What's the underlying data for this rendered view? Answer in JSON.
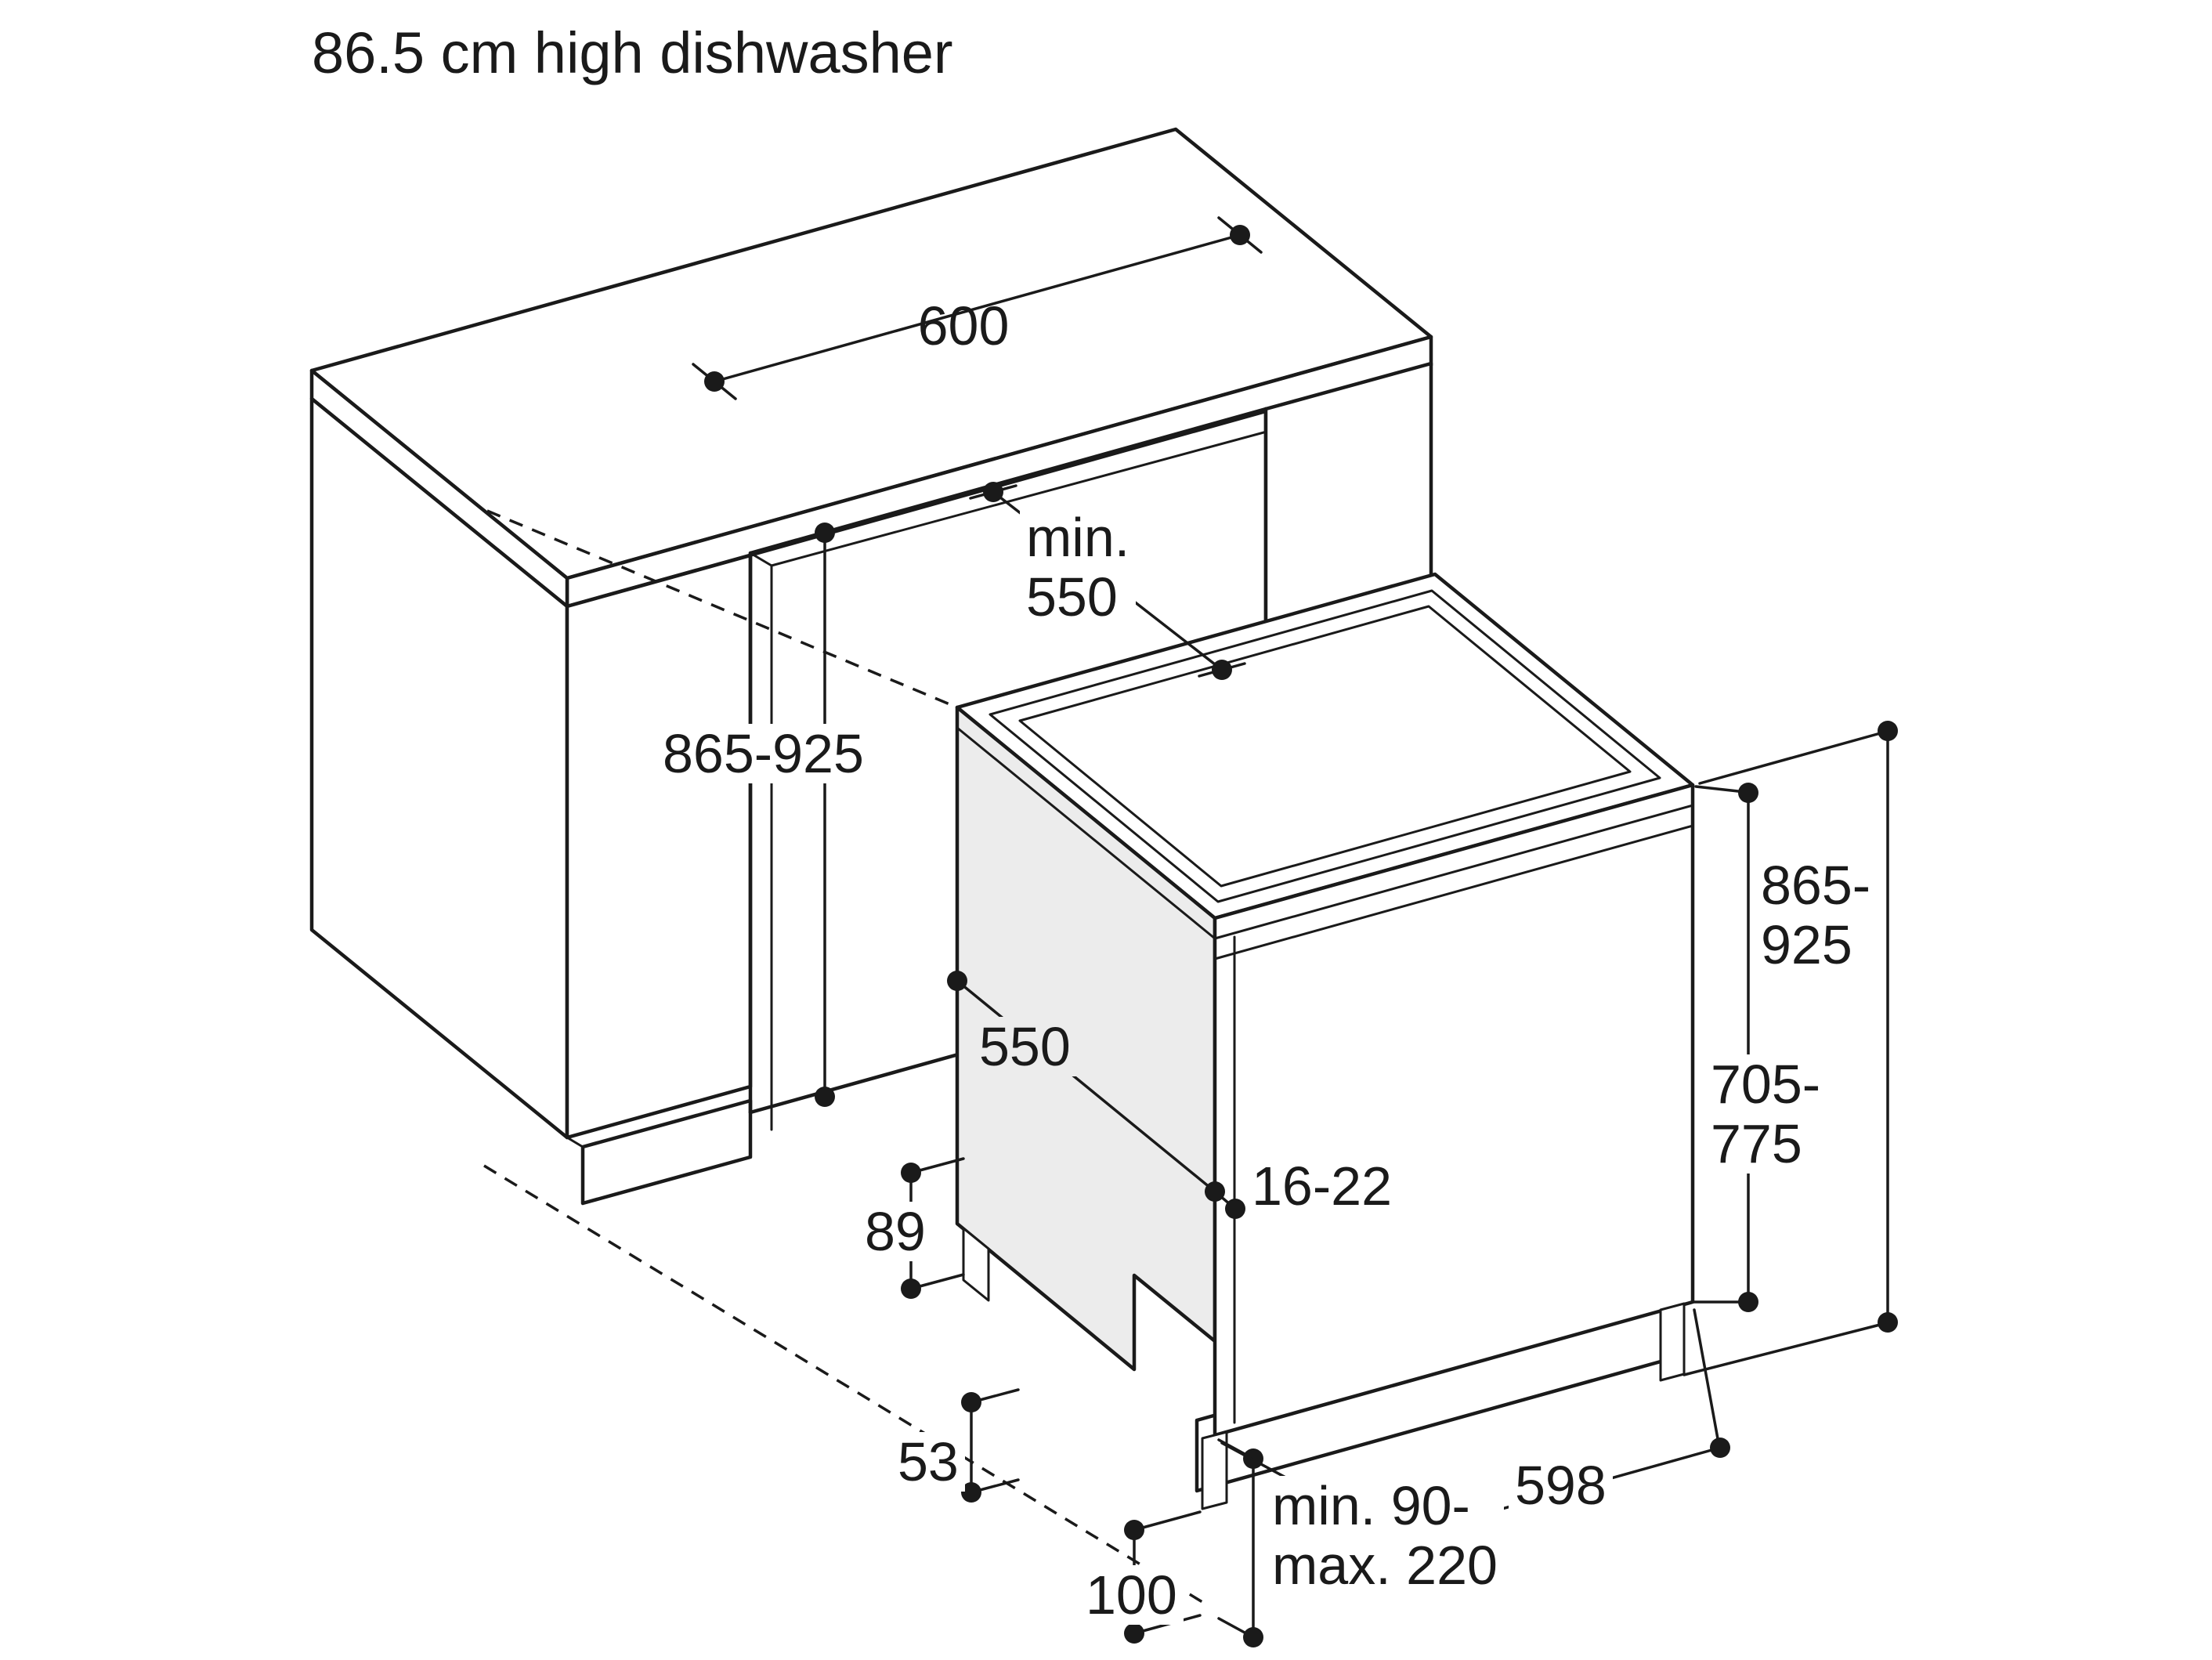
{
  "title": "86.5 cm high dishwasher",
  "labels": {
    "niche_width": "600",
    "niche_depth_min": "min.",
    "niche_depth_value": "550",
    "niche_height": "865-925",
    "appliance_depth": "550",
    "door_panel_gap": "16-22",
    "rear_detail": "89",
    "rear_foot": "53",
    "front_plinth": "100",
    "plinth_range_min": "min. 90-",
    "plinth_range_max": "max. 220",
    "appliance_width": "598",
    "door_height_from": "705-",
    "door_height_to": "775",
    "appliance_height_from": "865-",
    "appliance_height_to": "925"
  },
  "colors": {
    "line": "#1a1a1a",
    "side_panel_shade": "#ececec",
    "background": "#ffffff"
  }
}
